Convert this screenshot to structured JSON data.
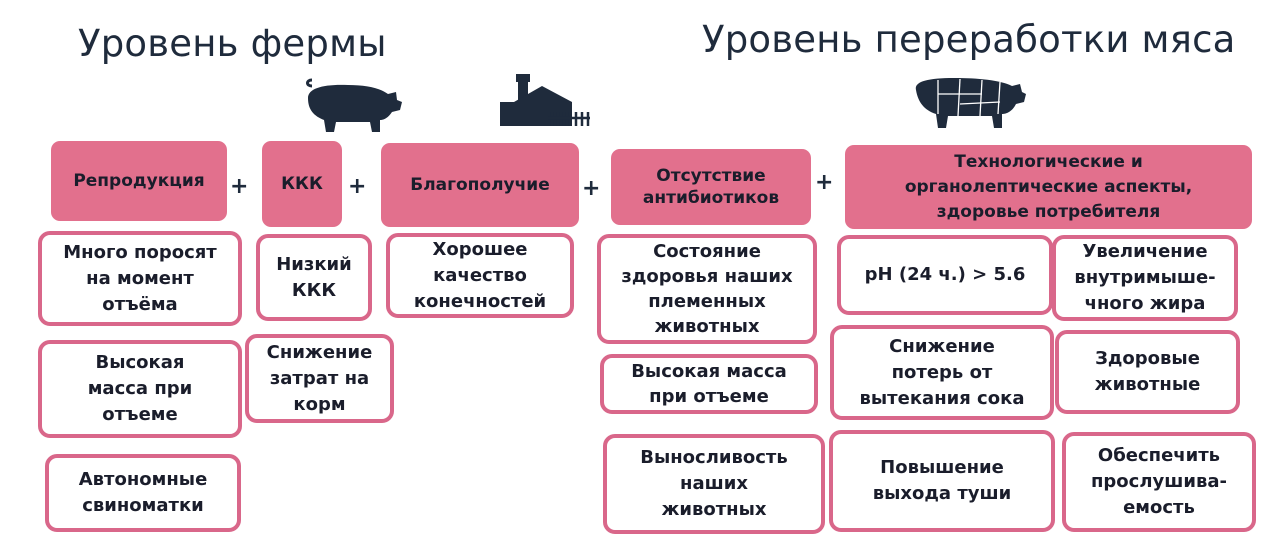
{
  "titles": {
    "farm": "Уровень фермы",
    "processing": "Уровень переработки мяса"
  },
  "colors": {
    "header_fill": "#e2708d",
    "box_border": "#d9678a",
    "icon": "#1f2b3c"
  },
  "icons": [
    "pig-icon",
    "farm-barn-icon",
    "pig-meat-cuts-icon"
  ],
  "operators": {
    "plus": "+"
  },
  "headers": [
    {
      "id": "reproduction",
      "label": "Репродукция"
    },
    {
      "id": "fcr",
      "label": "ККК"
    },
    {
      "id": "welfare",
      "label": "Благополучие"
    },
    {
      "id": "no-antibiotics",
      "label": "Отсутствие\nантибиотиков"
    },
    {
      "id": "tech",
      "label": "Технологические и\nорганолептические аспекты,\nздоровье потребителя"
    }
  ],
  "boxes": {
    "reproduction": [
      "Много поросят\nна момент\nотъёма",
      "Высокая\nмасса при\nотъеме",
      "Автономные\nсвиноматки"
    ],
    "fcr": [
      "Низкий\nККК",
      "Снижение\nзатрат на\nкорм"
    ],
    "welfare": [
      "Хорошее\nкачество\nконечностей"
    ],
    "no_antibiotics": [
      "Состояние\nздоровья наших\nплеменных\nживотных",
      "Высокая масса\nпри отъеме",
      "Выносливость\nнаших\nживотных"
    ],
    "tech_left": [
      "pH (24 ч.) > 5.6",
      "Снижение\nпотерь от\nвытекания сока",
      "Повышение\nвыхода туши"
    ],
    "tech_right": [
      "Увеличение\nвнутримыше-\nчного жира",
      "Здоровые\nживотные",
      "Обеспечить\nпрослушива-\nемость"
    ]
  }
}
